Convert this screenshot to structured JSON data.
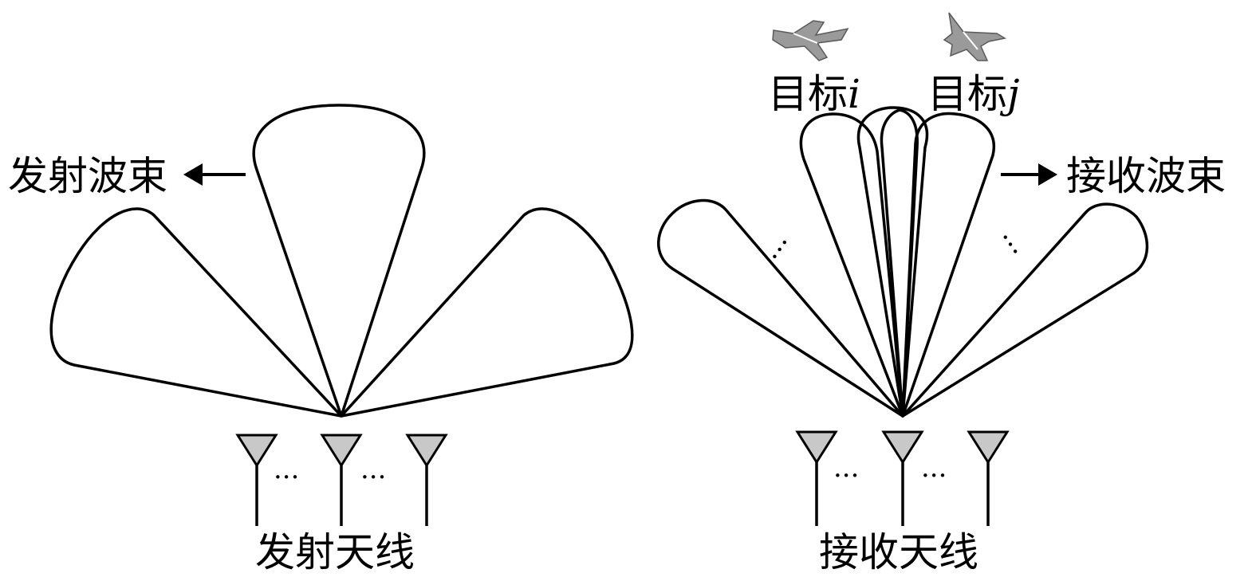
{
  "transmit": {
    "beam_label": "发射波束",
    "antenna_label": "发射天线",
    "antenna_ellipsis": "···"
  },
  "receive": {
    "beam_label": "接收波束",
    "antenna_label": "接收天线",
    "antenna_ellipsis": "···",
    "beam_ellipsis": "···"
  },
  "targets": [
    {
      "prefix": "目标",
      "index": "i"
    },
    {
      "prefix": "目标",
      "index": "j"
    }
  ],
  "colors": {
    "stroke": "#000000",
    "antenna_fill": "#c8c8c8",
    "aircraft": "#9a9a9a"
  },
  "icons": {
    "aircraft": "fighter-jet-icon",
    "antenna": "antenna-icon",
    "arrow": "arrow-icon"
  }
}
